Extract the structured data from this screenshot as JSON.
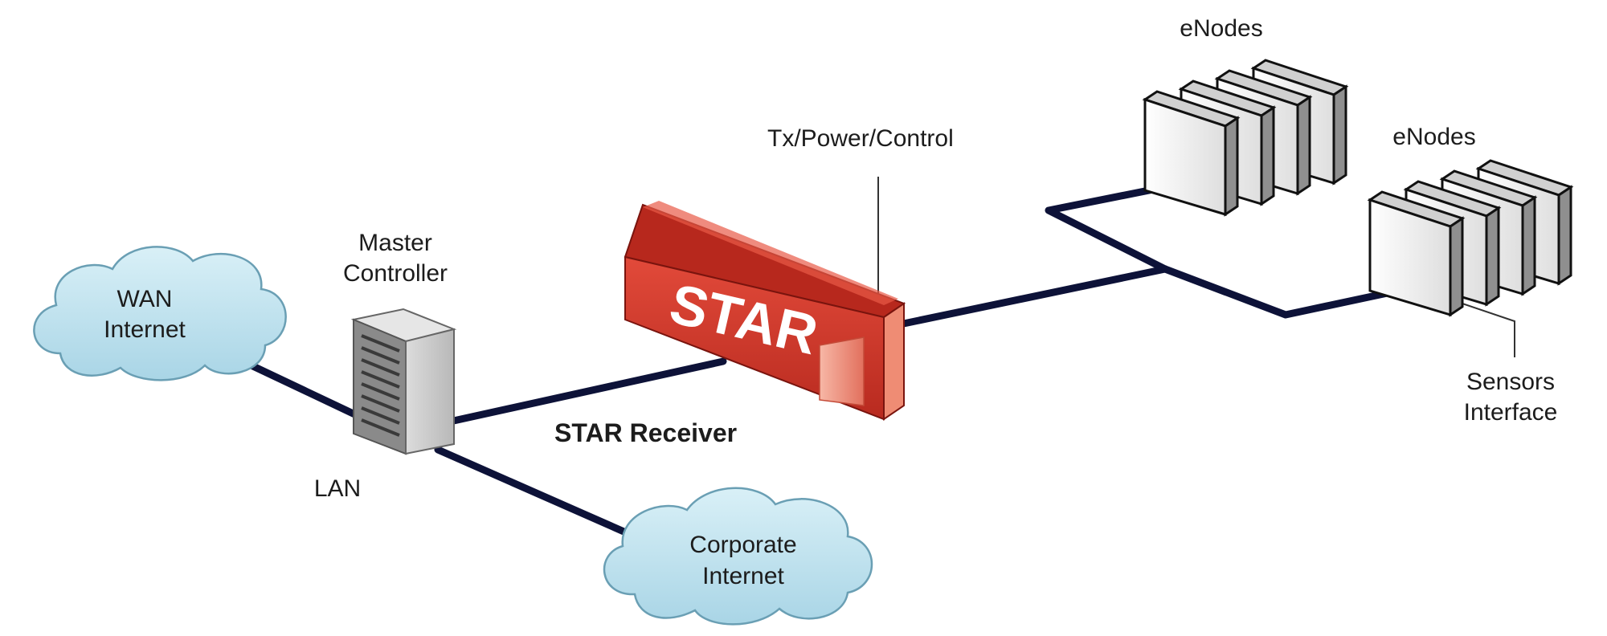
{
  "labels": {
    "wan_cloud": [
      "WAN",
      "Internet"
    ],
    "corporate_cloud": [
      "Corporate",
      "Internet"
    ],
    "master_controller": [
      "Master",
      "Controller"
    ],
    "lan": "LAN",
    "star_device": "STAR",
    "star_receiver": "STAR Receiver",
    "tx_power_control": "Tx/Power/Control",
    "enodes_top": "eNodes",
    "enodes_right": "eNodes",
    "sensors_interface": [
      "Sensors",
      "Interface"
    ]
  },
  "colors": {
    "link": "#0d1238",
    "cloud_fill": "#bfe3ee",
    "cloud_stroke": "#6a9fb4",
    "star_red": "#d8392c",
    "star_dark": "#a52018",
    "server_gray": "#c9c9c9",
    "enode_white": "#f4f4f4"
  }
}
